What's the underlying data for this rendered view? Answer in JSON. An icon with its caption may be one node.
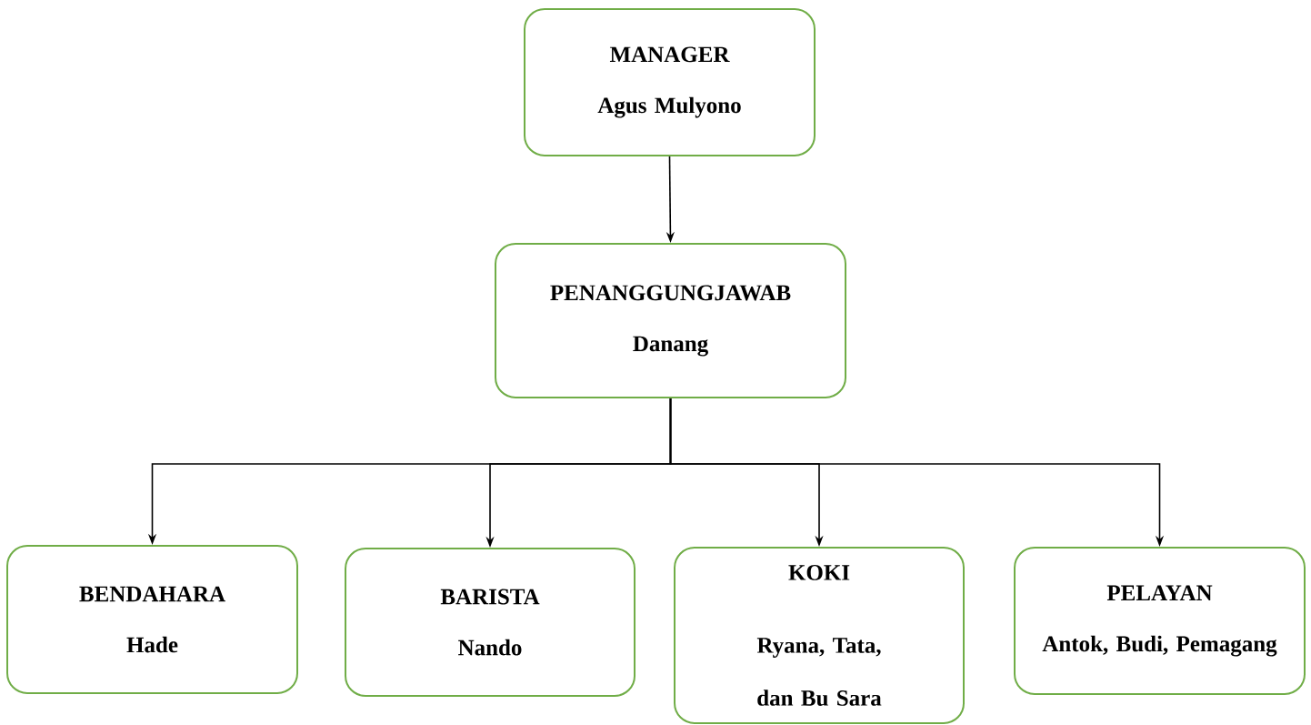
{
  "diagram": {
    "nodes": [
      {
        "text": [
          "MANAGER",
          "Agus Mulyono"
        ]
      },
      {
        "text": [
          "PENANGGUNGJAWAB",
          "Danang"
        ]
      },
      {
        "text": [
          "BENDAHARA",
          "Hade"
        ]
      },
      {
        "text": [
          "BARISTA",
          "Nando"
        ]
      },
      {
        "text": [
          "KOKI",
          "Ryana, Tata, dan Bu Sara"
        ]
      },
      {
        "text": [
          "PELAYAN",
          "Antok, Budi, Pemagang"
        ]
      }
    ],
    "edges": [
      {
        "from": 0,
        "to": 1,
        "arrow": "to"
      },
      {
        "from": 1,
        "to": 2,
        "arrow": "to"
      },
      {
        "from": 1,
        "to": 3,
        "arrow": "to"
      },
      {
        "from": 1,
        "to": 4,
        "arrow": "to"
      },
      {
        "from": 1,
        "to": 5,
        "arrow": "to"
      }
    ]
  }
}
